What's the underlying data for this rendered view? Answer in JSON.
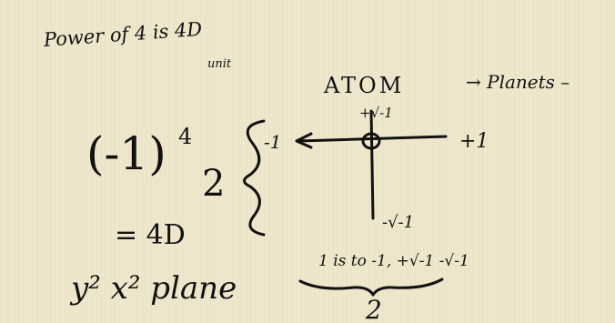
{
  "note": {
    "header_line1": "Power of 4 is 4D",
    "header_line2": "unit",
    "expression_base": "(-1)",
    "expression_exponent": "4",
    "expression_factor": "2",
    "equals": "= 4D",
    "plane": "y² x² plane",
    "diagram_title": "ATOM",
    "planets": "→ Planets –",
    "axis_left": "-1",
    "axis_right": "+1",
    "axis_top": "+√-1",
    "axis_bottom": "-√-1",
    "formula_numerator": "1 is to -1, +√-1  -√-1",
    "formula_denominator": "2"
  }
}
